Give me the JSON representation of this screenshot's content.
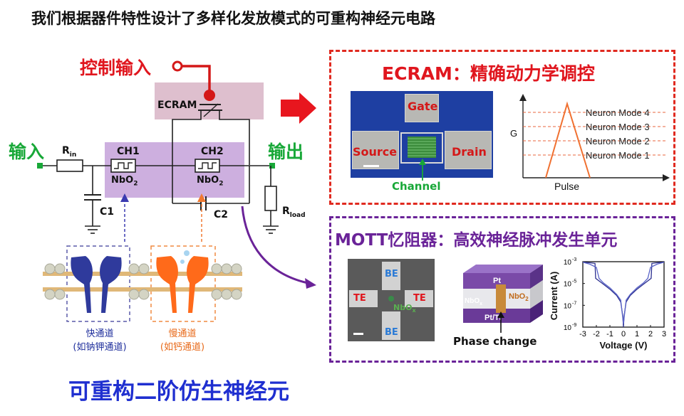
{
  "headline": "我们根据器件特性设计了多样化发放模式的可重构神经元电路",
  "circuit": {
    "control_input_label": "控制输入",
    "input_label": "输入",
    "output_label": "输出",
    "ecram_label": "ECRAM",
    "rin_label": "R",
    "rin_sub": "in",
    "ch1_label": "CH1",
    "ch2_label": "CH2",
    "nbo2_label": "NbO",
    "nbo2_sub": "2",
    "c1_label": "C1",
    "c2_label": "C2",
    "rload_label": "R",
    "rload_sub": "load",
    "fast_channel_line1": "快通道",
    "fast_channel_line2": "(如钠钾通道)",
    "slow_channel_line1": "慢通道",
    "slow_channel_line2": "(如钙通道)",
    "bottom_title": "可重构二阶仿生神经元"
  },
  "ecram_panel": {
    "title": "ECRAM：精确动力学调控",
    "gate_label": "Gate",
    "source_label": "Source",
    "drain_label": "Drain",
    "channel_label": "Channel",
    "plot_ylabel": "G",
    "plot_xlabel": "Pulse",
    "modes": [
      "Neuron Mode 4",
      "Neuron Mode 3",
      "Neuron Mode 2",
      "Neuron Mode 1"
    ]
  },
  "mott_panel": {
    "title": "MOTT忆阻器：高效神经脉冲发生单元",
    "be_label": "BE",
    "te_label": "TE",
    "nbox_label": "NbO",
    "nbox_sub": "x",
    "pt_label": "Pt",
    "ptti_label": "Pt/Ti",
    "nbo2_label": "NbO",
    "nbo2_sub": "2",
    "phase_change_label": "Phase change"
  },
  "chart_data": {
    "type": "line",
    "xlabel": "Voltage (V)",
    "ylabel": "Current (A)",
    "y_scale": "log",
    "xlim": [
      -3,
      3
    ],
    "ylim": [
      1e-09,
      0.001
    ],
    "x_ticks": [
      "-3",
      "-2",
      "-1",
      "0",
      "1",
      "2",
      "3"
    ],
    "y_ticks": [
      "10",
      "10",
      "10",
      "10"
    ],
    "y_tick_exponents": [
      "-3",
      "-5",
      "-7",
      "-9"
    ],
    "series": [
      {
        "x": [
          -3,
          -2.5,
          -2.1,
          -2.05,
          -1.5,
          -1,
          -0.5,
          -0.2,
          -0.05,
          0,
          0.05,
          0.2,
          0.5,
          1,
          1.5,
          2.05,
          2.1,
          2.5,
          3
        ],
        "y": [
          0.0009,
          0.0008,
          0.0007,
          3e-05,
          9e-06,
          3e-06,
          8e-07,
          2e-07,
          1e-08,
          1e-09,
          1e-08,
          2e-07,
          8e-07,
          3e-06,
          9e-06,
          3e-05,
          0.0007,
          0.0008,
          0.0009
        ]
      },
      {
        "x": [
          -3,
          -2.5,
          -2,
          -1.8,
          -1.5,
          -1,
          -0.5,
          -0.2,
          0,
          0.2,
          0.5,
          1,
          1.5,
          1.8,
          2,
          2.5,
          3
        ],
        "y": [
          0.0009,
          0.0006,
          0.0003,
          3e-05,
          1.2e-05,
          4e-06,
          1e-06,
          3e-07,
          2e-09,
          3e-07,
          1e-06,
          4e-06,
          1.2e-05,
          3e-05,
          0.0003,
          0.0006,
          0.0009
        ]
      }
    ],
    "colors": [
      "#2b2f8f",
      "#5a64c8"
    ]
  },
  "colors": {
    "red": "#e0161e",
    "green": "#18a838",
    "purple": "#6a2398",
    "blue_title": "#1f2fd0",
    "fast_channel": "#2f3a9c",
    "slow_channel": "#ff6a1a"
  }
}
